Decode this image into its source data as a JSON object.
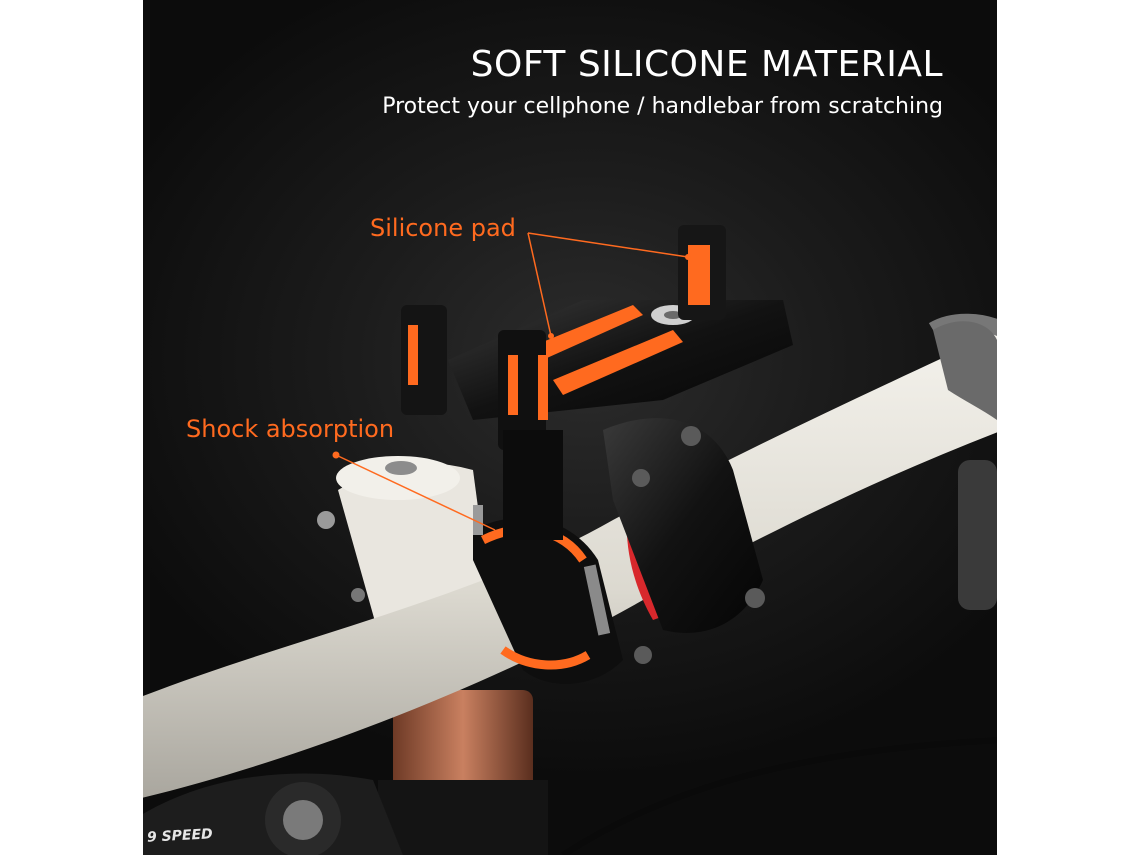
{
  "headline": "SOFT SILICONE MATERIAL",
  "subline": "Protect your cellphone / handlebar from scratching",
  "callouts": {
    "silicone_pad": "Silicone pad",
    "shock_absorption": "Shock absorption"
  },
  "shifter_label": "9 SPEED",
  "colors": {
    "accent": "#ff6a1f",
    "background": "#151515",
    "handlebar": "#e6e3dc",
    "metal": "#111111",
    "stem_red": "#d8282c",
    "headset_copper": "#b86a4a"
  },
  "icons": {
    "callout_pointer": "callout-leader-line"
  }
}
